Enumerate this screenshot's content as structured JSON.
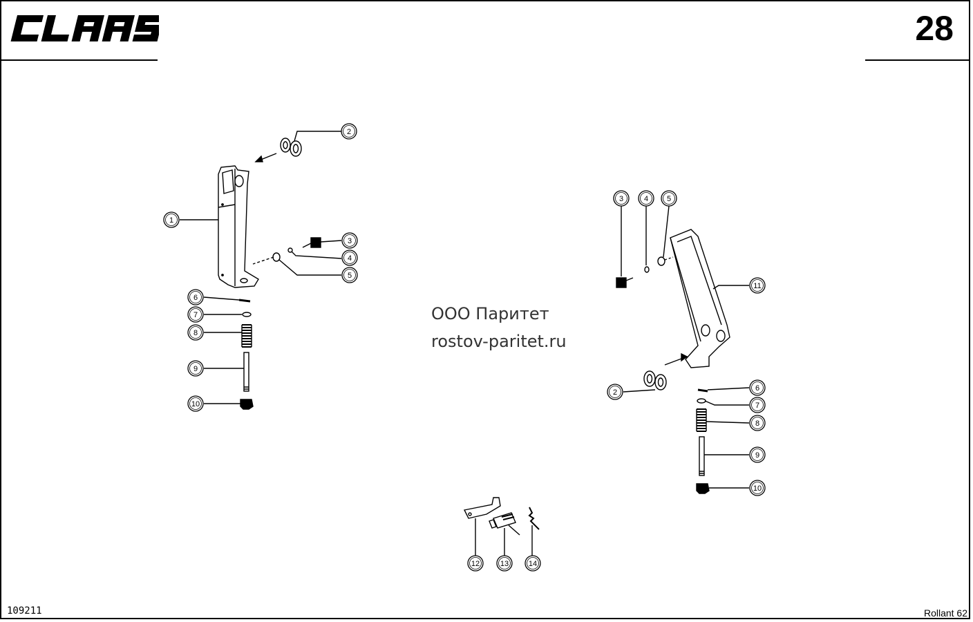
{
  "header": {
    "brand": "CLAAS",
    "page_number": "28"
  },
  "watermark": {
    "line1": "ООО Паритет",
    "line2": "rostov-paritet.ru"
  },
  "footer": {
    "drawing_number": "109211",
    "model": "Rollant 62"
  },
  "callouts": [
    {
      "id": "L-2",
      "label": "2"
    },
    {
      "id": "L-1",
      "label": "1"
    },
    {
      "id": "L-3",
      "label": "3"
    },
    {
      "id": "L-4",
      "label": "4"
    },
    {
      "id": "L-5",
      "label": "5"
    },
    {
      "id": "L-6",
      "label": "6"
    },
    {
      "id": "L-7",
      "label": "7"
    },
    {
      "id": "L-8",
      "label": "8"
    },
    {
      "id": "L-9",
      "label": "9"
    },
    {
      "id": "L-10",
      "label": "10"
    },
    {
      "id": "R-3",
      "label": "3"
    },
    {
      "id": "R-4",
      "label": "4"
    },
    {
      "id": "R-5",
      "label": "5"
    },
    {
      "id": "R-11",
      "label": "11"
    },
    {
      "id": "R-2",
      "label": "2"
    },
    {
      "id": "R-6",
      "label": "6"
    },
    {
      "id": "R-7",
      "label": "7"
    },
    {
      "id": "R-8",
      "label": "8"
    },
    {
      "id": "R-9",
      "label": "9"
    },
    {
      "id": "R-10",
      "label": "10"
    },
    {
      "id": "B-12",
      "label": "12"
    },
    {
      "id": "B-13",
      "label": "13"
    },
    {
      "id": "B-14",
      "label": "14"
    }
  ]
}
